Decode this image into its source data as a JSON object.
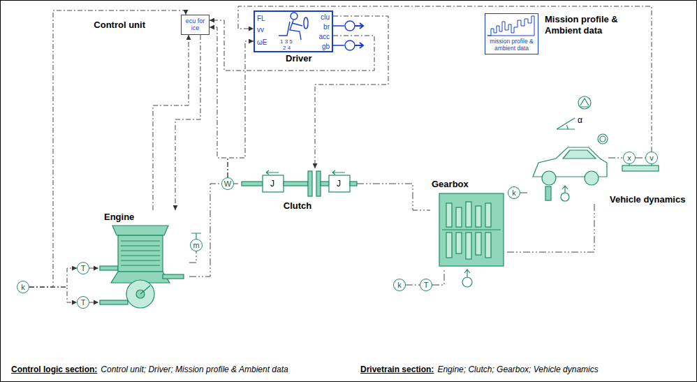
{
  "diagram": {
    "nodes": [
      {
        "text": [
          "Control unit",
          "ecu for ice"
        ]
      },
      {
        "text": [
          "FL",
          "vv",
          "ωE",
          "clu",
          "br",
          "acc",
          "gb",
          "1 3 5",
          "2 4",
          "Driver"
        ]
      },
      {
        "text": [
          "Mission profile & Ambient data",
          "mission profile & ambient data"
        ]
      },
      {
        "text": [
          "Engine"
        ]
      },
      {
        "text": [
          "Clutch"
        ]
      },
      {
        "text": [
          "Gearbox"
        ]
      },
      {
        "text": [
          "Vehicle dynamics"
        ]
      },
      {
        "text": [
          "k"
        ]
      },
      {
        "text": [
          "T"
        ]
      },
      {
        "text": [
          "T"
        ]
      },
      {
        "text": [
          "m"
        ]
      },
      {
        "text": [
          "W"
        ]
      },
      {
        "text": [
          "k"
        ]
      },
      {
        "text": [
          "T"
        ]
      },
      {
        "text": [
          "k"
        ]
      },
      {
        "text": [
          "x"
        ]
      },
      {
        "text": [
          "v"
        ]
      }
    ],
    "edges": [
      {
        "from": 7,
        "to": 0,
        "arrow": "to"
      },
      {
        "from": 7,
        "to": 8,
        "arrow": "to"
      },
      {
        "from": 7,
        "to": 9,
        "arrow": "to"
      },
      {
        "from": 8,
        "to": 3,
        "arrow": "to"
      },
      {
        "from": 9,
        "to": 3,
        "arrow": "to"
      },
      {
        "from": 3,
        "to": 0,
        "arrow": "to"
      },
      {
        "from": 0,
        "to": 3,
        "arrow": "to"
      },
      {
        "from": 11,
        "to": 0,
        "arrow": "to"
      },
      {
        "from": 11,
        "to": 1,
        "arrow": "to"
      },
      {
        "from": 16,
        "to": 1,
        "arrow": "to"
      },
      {
        "from": 1,
        "to": 0,
        "arrow": "to"
      },
      {
        "from": 1,
        "to": 4,
        "arrow": "to"
      },
      {
        "from": 3,
        "to": 11,
        "arrow": "none"
      },
      {
        "from": 11,
        "to": 4,
        "arrow": "none"
      },
      {
        "from": 4,
        "to": 5,
        "arrow": "none"
      },
      {
        "from": 5,
        "to": 6,
        "arrow": "none"
      },
      {
        "from": 14,
        "to": 6,
        "arrow": "none"
      },
      {
        "from": 6,
        "to": 15,
        "arrow": "none"
      },
      {
        "from": 15,
        "to": 16,
        "arrow": "none"
      },
      {
        "from": 12,
        "to": 13,
        "arrow": "none"
      },
      {
        "from": 13,
        "to": 5,
        "arrow": "none"
      },
      {
        "from": 3,
        "to": 10,
        "arrow": "none"
      }
    ],
    "labels": [
      "J",
      "J",
      "α",
      "Control logic section:",
      "Control unit; Driver; Mission profile & Ambient data",
      "Drivetrain section:",
      "Engine; Clutch; Gearbox; Vehicle dynamics"
    ]
  }
}
